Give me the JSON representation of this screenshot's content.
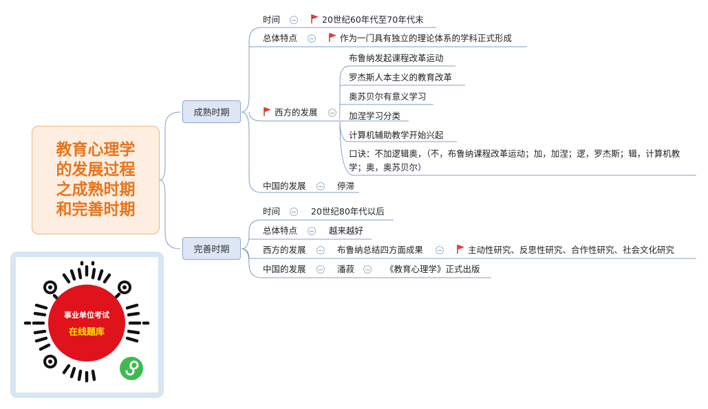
{
  "root_title": [
    "教育心理学",
    "的发展过程",
    "之成熟时期",
    "和完善时期"
  ],
  "branches": {
    "mature": {
      "label": "成熟时期",
      "time_label": "时间",
      "time_value": "20世纪60年代至70年代末",
      "feature_label": "总体特点",
      "feature_value": "作为一门具有独立的理论体系的学科正式形成",
      "west_label": "西方的发展",
      "west_items": [
        "布鲁纳发起课程改革运动",
        "罗杰斯人本主义的教育改革",
        "奥苏贝尔有意义学习",
        "加涅学习分类",
        "计算机辅助教学开始兴起"
      ],
      "west_mnemonic": "口诀：不加逻辑奥，（不，布鲁纳课程改革运动；加，加涅；逻，罗杰斯；辑，计算机教学；奥，奥苏贝尔）",
      "china_label": "中国的发展",
      "china_value": "停滞"
    },
    "perfect": {
      "label": "完善时期",
      "time_label": "时间",
      "time_value": "20世纪80年代以后",
      "feature_label": "总体特点",
      "feature_value": "越来越好",
      "west_label": "西方的发展",
      "west_value": "布鲁纳总结四方面成果",
      "west_detail": "主动性研究、反思性研究、合作性研究、社会文化研究",
      "china_label": "中国的发展",
      "china_value": "潘菽",
      "china_detail": "《教育心理学》正式出版"
    }
  },
  "qr": {
    "line1": "事业单位考试",
    "line2": "在线题库"
  },
  "colors": {
    "root_text": "#e8741c",
    "line": "#7f9cc7",
    "flag": "#e23b32",
    "qr_red": "#e0121b",
    "qr_yellow": "#ffea00",
    "mini_program_green": "#3dbb4f"
  }
}
